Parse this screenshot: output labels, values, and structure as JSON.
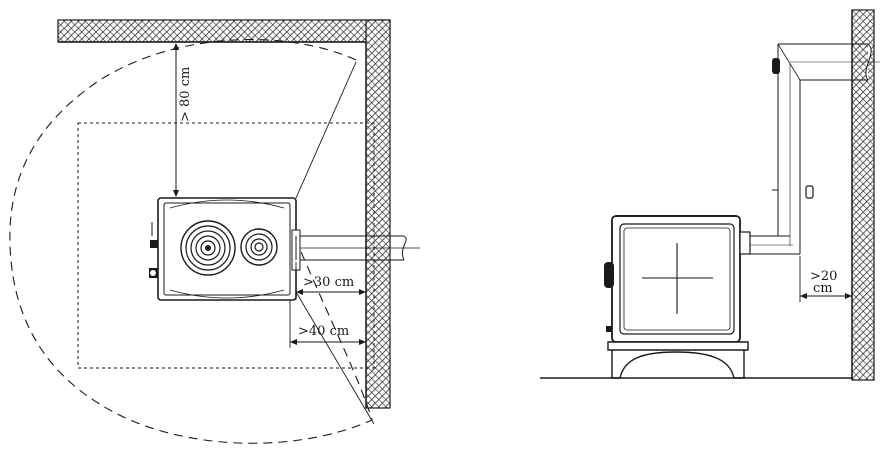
{
  "top_view": {
    "dim_back": "> 80 cm",
    "dim_side_30": ">30 cm",
    "dim_side_40": ">40 cm"
  },
  "side_view": {
    "dim_wall_line1": ">20",
    "dim_wall_line2": "cm"
  },
  "colors": {
    "ink": "#1a1a1a",
    "hatch": "#3a3a3a",
    "paper": "#ffffff"
  }
}
